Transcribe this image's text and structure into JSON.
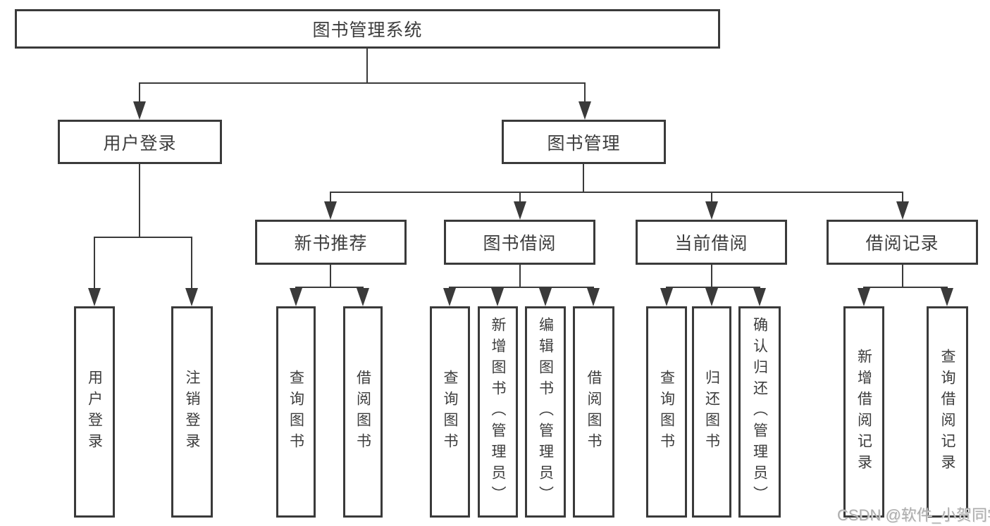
{
  "title": {
    "label": "图书管理系统"
  },
  "branches": {
    "user_login": {
      "label": "用户登录"
    },
    "book_management": {
      "label": "图书管理"
    }
  },
  "modules": {
    "new_book_recommend": {
      "label": "新书推荐"
    },
    "book_borrow": {
      "label": "图书借阅"
    },
    "current_borrow": {
      "label": "当前借阅"
    },
    "borrow_records": {
      "label": "借阅记录"
    }
  },
  "functions": {
    "user_login": {
      "label": "用户登录"
    },
    "logout": {
      "label": "注销登录"
    },
    "query_books_1": {
      "label": "查询图书"
    },
    "borrow_books_1": {
      "label": "借阅图书"
    },
    "query_books_2": {
      "label": "查询图书"
    },
    "add_books_admin": {
      "label": "新增图书（管理员）"
    },
    "edit_books_admin": {
      "label": "编辑图书（管理员）"
    },
    "borrow_books_2": {
      "label": "借阅图书"
    },
    "query_books_3": {
      "label": "查询图书"
    },
    "return_books": {
      "label": "归还图书"
    },
    "confirm_return_admin": {
      "label": "确认归还（管理员）"
    },
    "add_borrow_record": {
      "label": "新增借阅记录"
    },
    "query_borrow_record": {
      "label": "查询借阅记录"
    }
  },
  "watermark": {
    "text": "CSDN @软件_小贺同学"
  },
  "colors": {
    "line": "#3a3a3a",
    "text": "#3d3d3d",
    "background": "#ffffff",
    "watermark": "#adadad"
  }
}
